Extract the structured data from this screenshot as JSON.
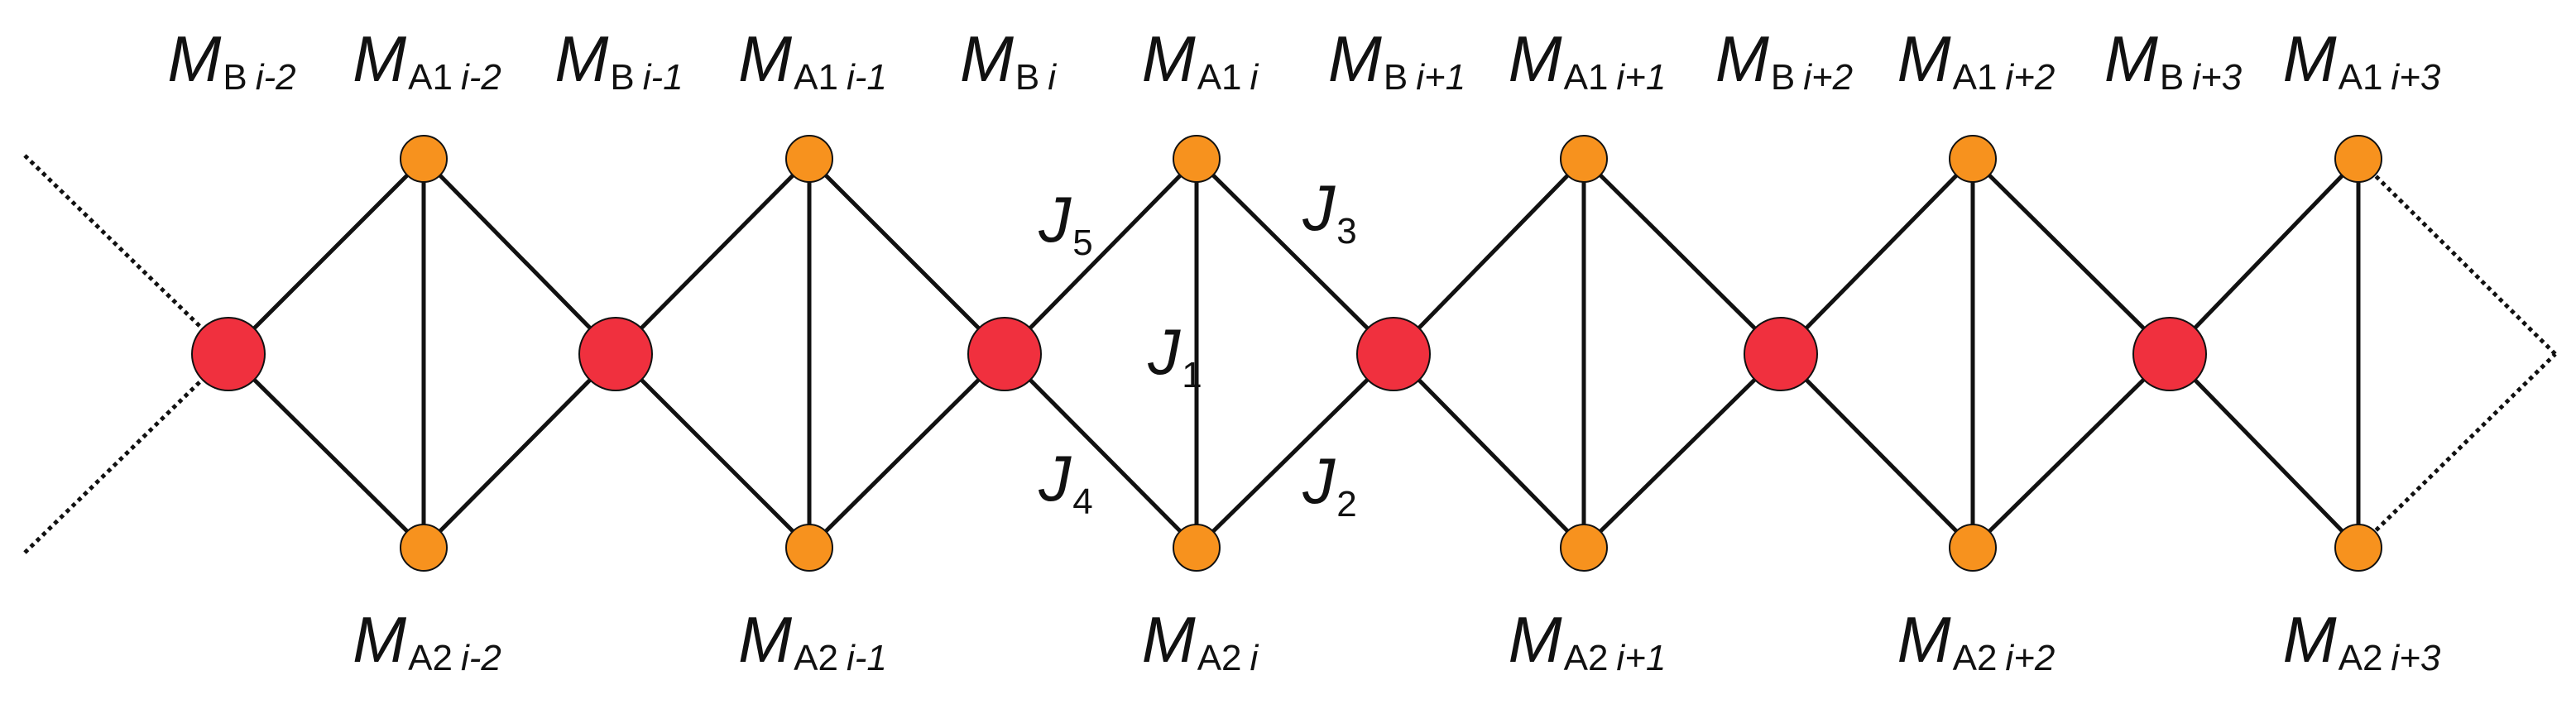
{
  "colors": {
    "b_site": "#f0303e",
    "a_site": "#f7921e",
    "bond": "#111111",
    "node_outline": "#111111"
  },
  "top_labels": [
    {
      "main": "M",
      "sub": "B",
      "idx": "i-2"
    },
    {
      "main": "M",
      "sub": "A1",
      "idx": "i-2"
    },
    {
      "main": "M",
      "sub": "B",
      "idx": "i-1"
    },
    {
      "main": "M",
      "sub": "A1",
      "idx": "i-1"
    },
    {
      "main": "M",
      "sub": "B",
      "idx": "i"
    },
    {
      "main": "M",
      "sub": "A1",
      "idx": "i"
    },
    {
      "main": "M",
      "sub": "B",
      "idx": "i+1"
    },
    {
      "main": "M",
      "sub": "A1",
      "idx": "i+1"
    },
    {
      "main": "M",
      "sub": "B",
      "idx": "i+2"
    },
    {
      "main": "M",
      "sub": "A1",
      "idx": "i+2"
    },
    {
      "main": "M",
      "sub": "B",
      "idx": "i+3"
    },
    {
      "main": "M",
      "sub": "A1",
      "idx": "i+3"
    }
  ],
  "bottom_labels": [
    {
      "main": "M",
      "sub": "A2",
      "idx": "i-2"
    },
    {
      "main": "M",
      "sub": "A2",
      "idx": "i-1"
    },
    {
      "main": "M",
      "sub": "A2",
      "idx": "i"
    },
    {
      "main": "M",
      "sub": "A2",
      "idx": "i+1"
    },
    {
      "main": "M",
      "sub": "A2",
      "idx": "i+2"
    },
    {
      "main": "M",
      "sub": "A2",
      "idx": "i+3"
    }
  ],
  "couplings": [
    {
      "main": "J",
      "sub": "5"
    },
    {
      "main": "J",
      "sub": "3"
    },
    {
      "main": "J",
      "sub": "1"
    },
    {
      "main": "J",
      "sub": "4"
    },
    {
      "main": "J",
      "sub": "2"
    }
  ]
}
